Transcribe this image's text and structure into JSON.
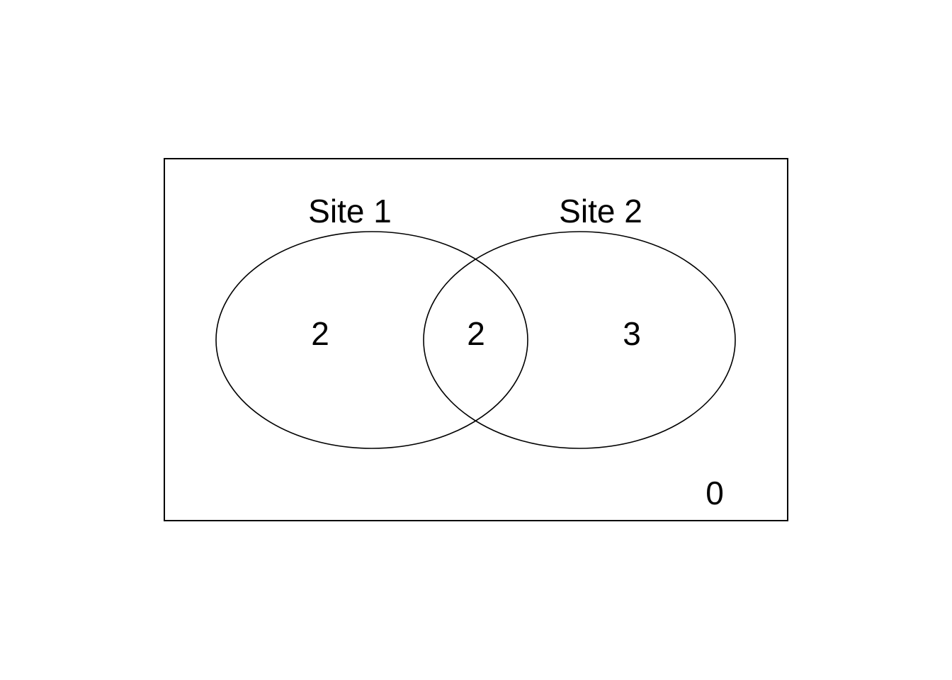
{
  "diagram": {
    "type": "venn",
    "sets": [
      {
        "name": "Site 1"
      },
      {
        "name": "Site 2"
      }
    ],
    "counts": {
      "site1_only": "2",
      "both": "2",
      "site2_only": "3",
      "neither": "0"
    },
    "colors": {
      "stroke": "#000000",
      "background": "#ffffff"
    }
  }
}
